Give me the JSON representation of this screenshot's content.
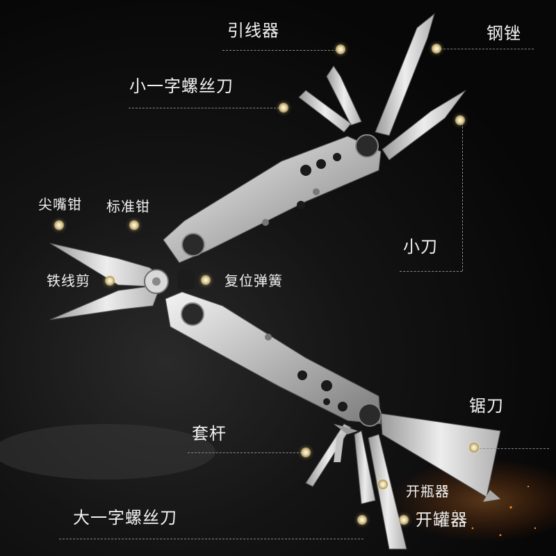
{
  "colors": {
    "background": "#0b0b0b",
    "label_text": "#f2f2f2",
    "dot": "#d8c48e",
    "leader_line": "#8a8a8a",
    "steel": "#c8c8c8"
  },
  "labels": {
    "wire_threader": "引线器",
    "file": "钢锉",
    "small_flat_screwdriver": "小一字螺丝刀",
    "needle_nose_pliers": "尖嘴钳",
    "standard_pliers": "标准钳",
    "small_knife": "小刀",
    "wire_cutter": "铁线剪",
    "reset_spring": "复位弹簧",
    "saw_blade": "锯刀",
    "socket_rod": "套杆",
    "bottle_opener": "开瓶器",
    "large_flat_screwdriver": "大一字螺丝刀",
    "can_opener": "开罐器"
  }
}
